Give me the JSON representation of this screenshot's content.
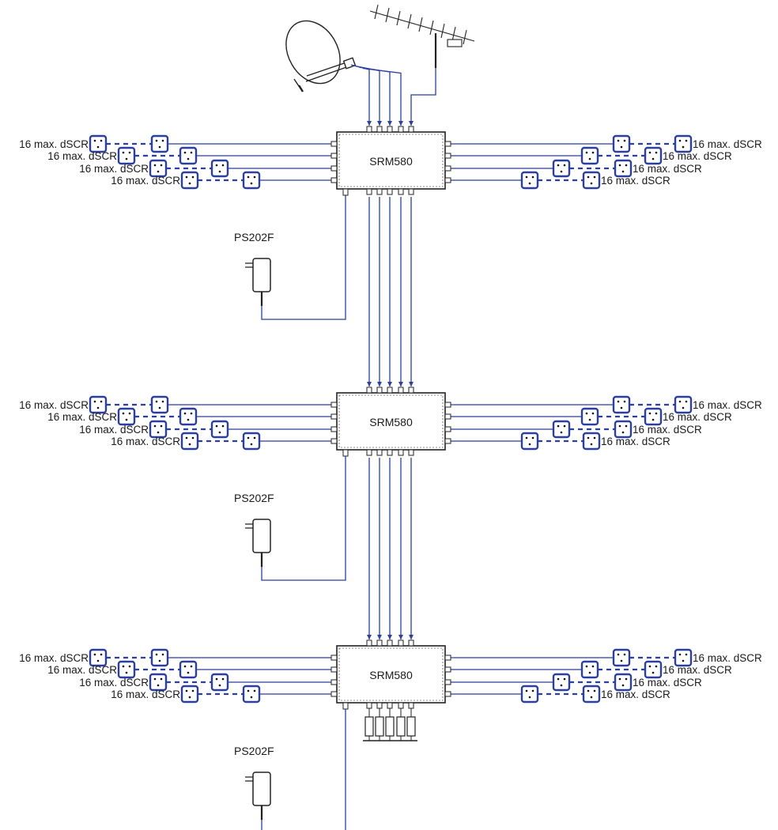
{
  "colors": {
    "cable": "#2b3f9e",
    "outlet": "#2b3f9e",
    "device": "#222222",
    "text": "#1a1a1a"
  },
  "icons": [
    "satellite-dish-icon",
    "terrestrial-antenna-icon",
    "multiswitch-icon",
    "power-supply-icon",
    "wall-outlet-icon",
    "termination-resistor-icon"
  ],
  "switches": [
    {
      "model": "SRM580",
      "power_supply": "PS202F",
      "cascade_out": "cascade"
    },
    {
      "model": "SRM580",
      "power_supply": "PS202F",
      "cascade_out": "cascade"
    },
    {
      "model": "SRM580",
      "power_supply": "PS202F",
      "cascade_out": "terminated"
    }
  ],
  "output_label": "16 max. dSCR",
  "outputs_per_side": 4
}
